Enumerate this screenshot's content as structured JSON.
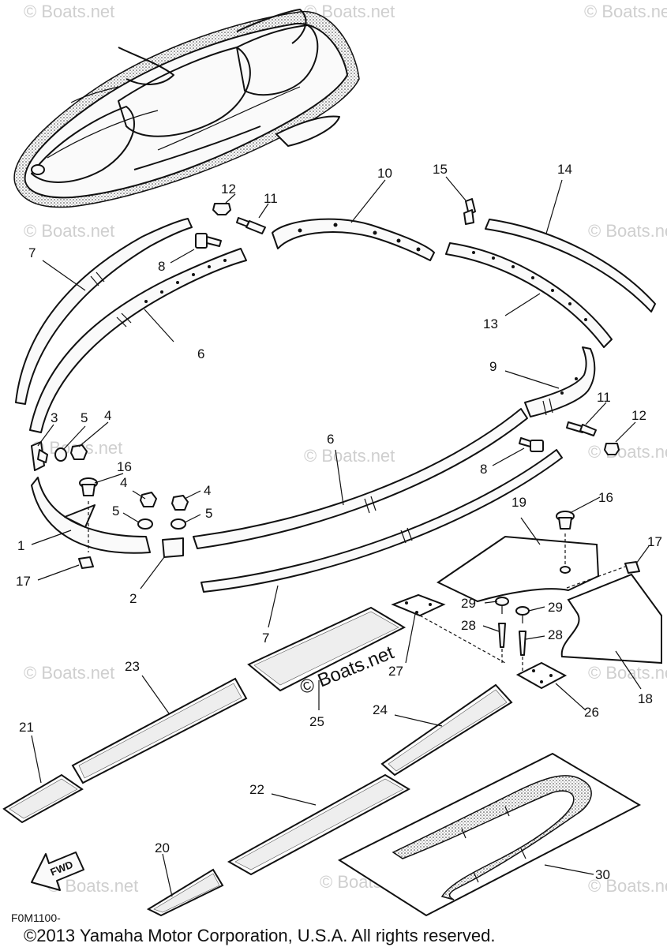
{
  "watermark": "© Boats.net",
  "watermark_dark": "© Boats.net",
  "figure_code": "F0M1100-",
  "copyright": "©2013 Yamaha Motor Corporation, U.S.A. All rights reserved.",
  "fwd_label": "FWD",
  "callouts": {
    "c1": "1",
    "c2": "2",
    "c3": "3",
    "c4a": "4",
    "c4b": "4",
    "c4c": "4",
    "c5a": "5",
    "c5b": "5",
    "c5c": "5",
    "c6a": "6",
    "c6b": "6",
    "c7a": "7",
    "c7b": "7",
    "c8a": "8",
    "c8b": "8",
    "c9": "9",
    "c10": "10",
    "c11a": "11",
    "c11b": "11",
    "c12a": "12",
    "c12b": "12",
    "c13": "13",
    "c14": "14",
    "c15": "15",
    "c16a": "16",
    "c16b": "16",
    "c17a": "17",
    "c17b": "17",
    "c18": "18",
    "c19": "19",
    "c20": "20",
    "c21": "21",
    "c22": "22",
    "c23": "23",
    "c24": "24",
    "c25": "25",
    "c26": "26",
    "c27": "27",
    "c28a": "28",
    "c28b": "28",
    "c29a": "29",
    "c29b": "29",
    "c30": "30"
  }
}
